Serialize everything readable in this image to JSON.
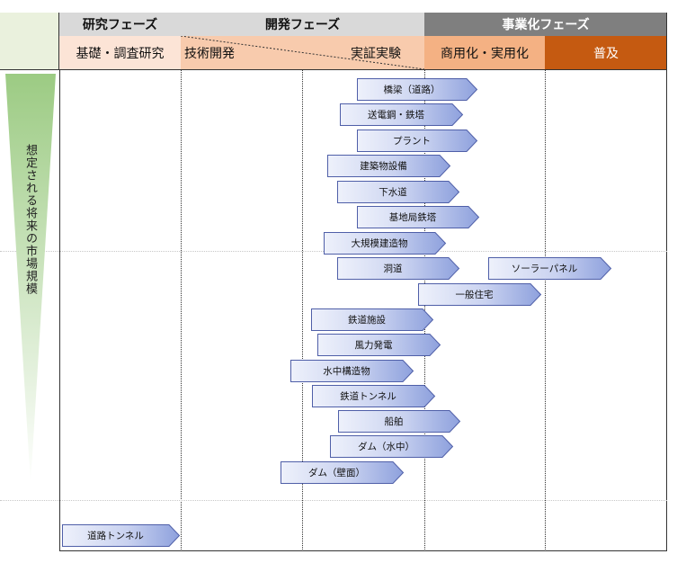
{
  "phases": {
    "research": "研究フェーズ",
    "development": "開発フェーズ",
    "commercial": "事業化フェーズ"
  },
  "subphases": {
    "basic_research": "基礎・調査研究",
    "tech_dev": "技術開発",
    "demo": "実証実験",
    "commercialization": "商用化・実用化",
    "diffusion": "普及"
  },
  "side_label": "想定される将来の市場規模",
  "technologies": [
    {
      "label": "橋梁（道路）"
    },
    {
      "label": "送電鋼・鉄塔"
    },
    {
      "label": "プラント"
    },
    {
      "label": "建築物設備"
    },
    {
      "label": "下水道"
    },
    {
      "label": "基地局鉄塔"
    },
    {
      "label": "大規模建造物"
    },
    {
      "label": "洞道"
    },
    {
      "label": "ソーラーパネル"
    },
    {
      "label": "一般住宅"
    },
    {
      "label": "鉄道施設"
    },
    {
      "label": "風力発電"
    },
    {
      "label": "水中構造物"
    },
    {
      "label": "鉄道トンネル"
    },
    {
      "label": "船舶"
    },
    {
      "label": "ダム（水中）"
    },
    {
      "label": "ダム（壁面）"
    },
    {
      "label": "道路トンネル"
    }
  ],
  "colors": {
    "research_header": "#d9d9d9",
    "development_header": "#d9d9d9",
    "commercial_header": "#7f7f7f",
    "research_sub": "#fce4d6",
    "dev_sub": "#f8cbad",
    "commercial_sub": "#f4b183",
    "diffusion_sub": "#c55a11",
    "side_top": "#eaf1dd",
    "triangle": "#a9d18e",
    "arrow_light": "#eef1fb",
    "arrow_dark": "#8ea1dd",
    "arrow_stroke": "#4f5fa8"
  }
}
